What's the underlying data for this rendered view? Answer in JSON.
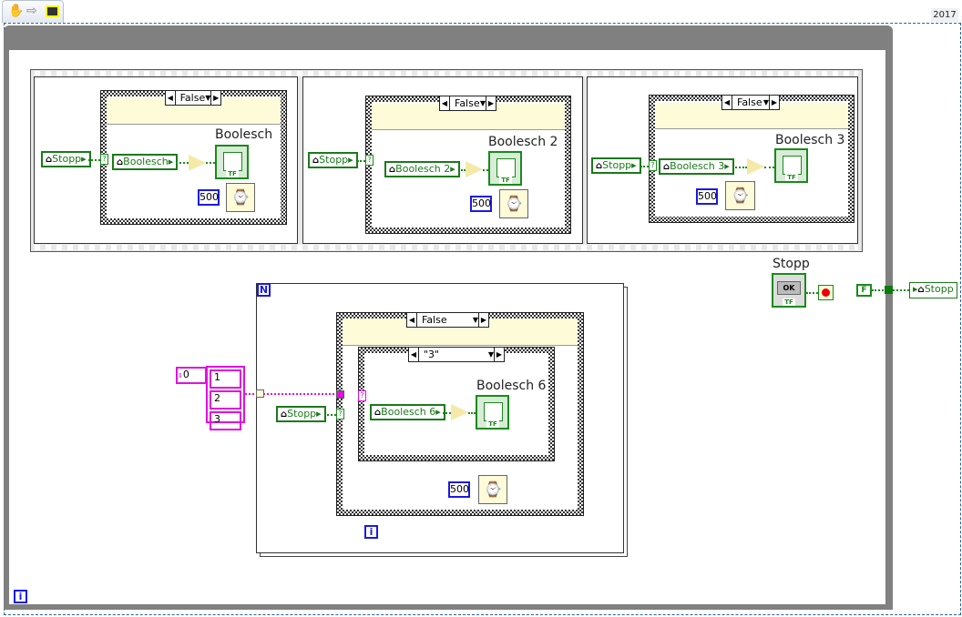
{
  "toolbar": {
    "icons": [
      "hand-icon",
      "arrow-icon",
      "highlight-execution-icon"
    ],
    "year": "2017"
  },
  "frames": [
    {
      "selector": "False",
      "stop": "Stopp",
      "control": "Boolesch",
      "indicator": "Boolesch",
      "wait_ms": "500"
    },
    {
      "selector": "False",
      "stop": "Stopp",
      "control": "Boolesch 2",
      "indicator": "Boolesch 2",
      "wait_ms": "500"
    },
    {
      "selector": "False",
      "stop": "Stopp",
      "control": "Boolesch 3",
      "indicator": "Boolesch 3",
      "wait_ms": "500"
    }
  ],
  "stop_button": {
    "label": "Stopp",
    "text": "OK",
    "tf": "TF"
  },
  "false_const": "F",
  "stop_local": "Stopp",
  "for_loop": {
    "n": "N",
    "i": "i",
    "array_index": "0",
    "array": [
      "1",
      "2",
      "3"
    ],
    "outer_selector": "False",
    "inner_selector": "\"3\"",
    "stop": "Stopp",
    "control": "Boolesch 6",
    "indicator": "Boolesch 6",
    "wait_ms": "500"
  },
  "while_i": "i",
  "tf": "TF"
}
